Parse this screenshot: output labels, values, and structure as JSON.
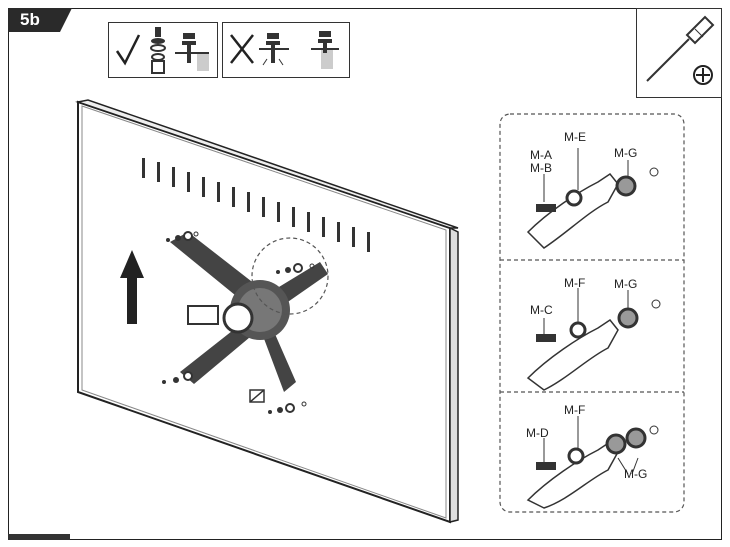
{
  "step": {
    "label": "5b"
  },
  "callouts": {
    "panel_a": {
      "ma": "M-A",
      "mb": "M-B",
      "me": "M-E",
      "mg": "M-G"
    },
    "panel_b": {
      "mc": "M-C",
      "mf": "M-F",
      "mg": "M-G"
    },
    "panel_c": {
      "md": "M-D",
      "mf": "M-F",
      "mg": "M-G"
    }
  },
  "icons": {
    "correct": "checkmark-icon",
    "incorrect": "cross-icon",
    "tool": "phillips-screwdriver-icon"
  }
}
